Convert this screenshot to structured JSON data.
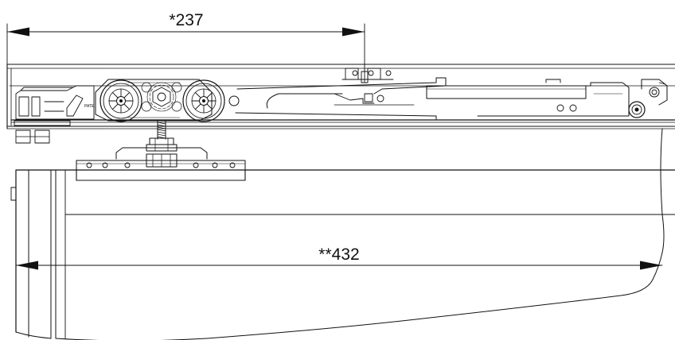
{
  "drawing": {
    "dimension_top": "*237",
    "dimension_bottom": "**432",
    "roller_mark": "PATE"
  },
  "colors": {
    "line": "#111111",
    "background": "#ffffff"
  }
}
